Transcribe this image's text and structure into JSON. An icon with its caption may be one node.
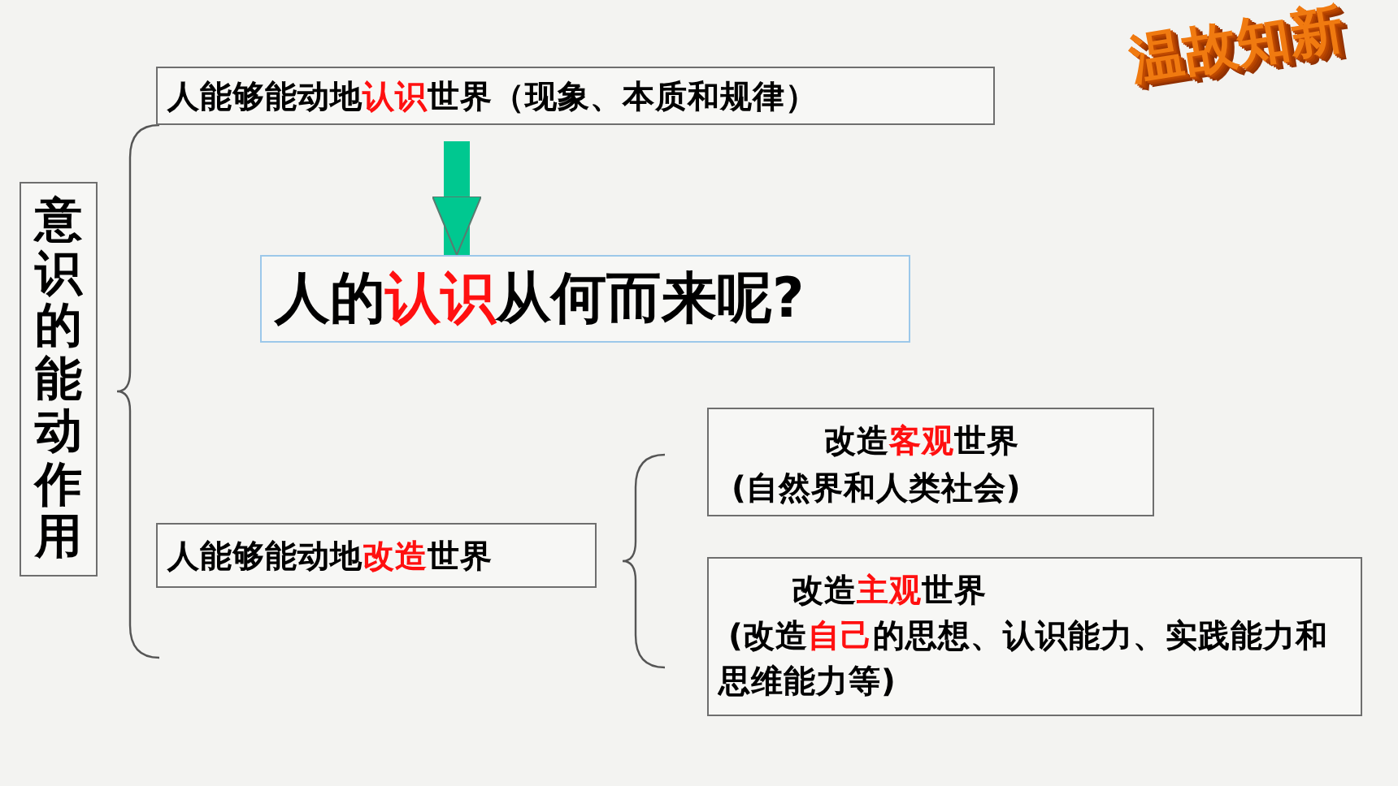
{
  "diagram": {
    "nodes": [
      {
        "text": [
          "意识的能动作用"
        ]
      },
      {
        "text": [
          "人能够能动地**认识**世界（现象、本质和规律）"
        ]
      },
      {
        "text": [
          "人的**认识**从何而来呢?"
        ]
      },
      {
        "text": [
          "人能够能动地**改造**世界"
        ]
      },
      {
        "text": [
          "改造**客观**世界",
          "(自然界和人类社会)"
        ]
      },
      {
        "text": [
          "改造**主观**世界",
          "(改造**自己**的思想、认识能力、实践能力和思维能力等)"
        ]
      }
    ],
    "edges": [
      {
        "from": 1,
        "to": 2,
        "arrow": "to"
      }
    ],
    "labels": [
      "温故知新"
    ]
  }
}
